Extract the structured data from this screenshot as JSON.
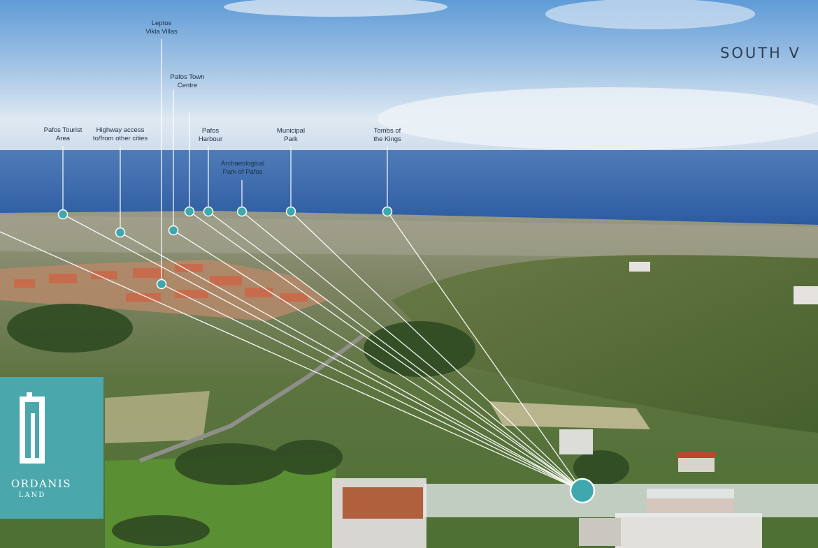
{
  "view": {
    "title": "SOUTH V"
  },
  "poi_labels": [
    "Leptos\nVikla Villas",
    "Pafos Town\nCentre",
    "Pafos Tourist\nArea",
    "Highway access\nto/from other cities",
    "Pafos\nHarbour",
    "Municipal\nPark",
    "Tombs of\nthe Kings",
    "Archaeological\nPark of Pafos"
  ],
  "brand": {
    "name": "ORDANIS",
    "sub": "LAND"
  },
  "colors": {
    "marker": "#3fa7ae",
    "sky_top": "#5e9ad6",
    "sea": "#2b5aa0",
    "vegetation": "#5f8a3a",
    "brand_box": "#4aa7ac",
    "label_text": "#1e2f44"
  }
}
